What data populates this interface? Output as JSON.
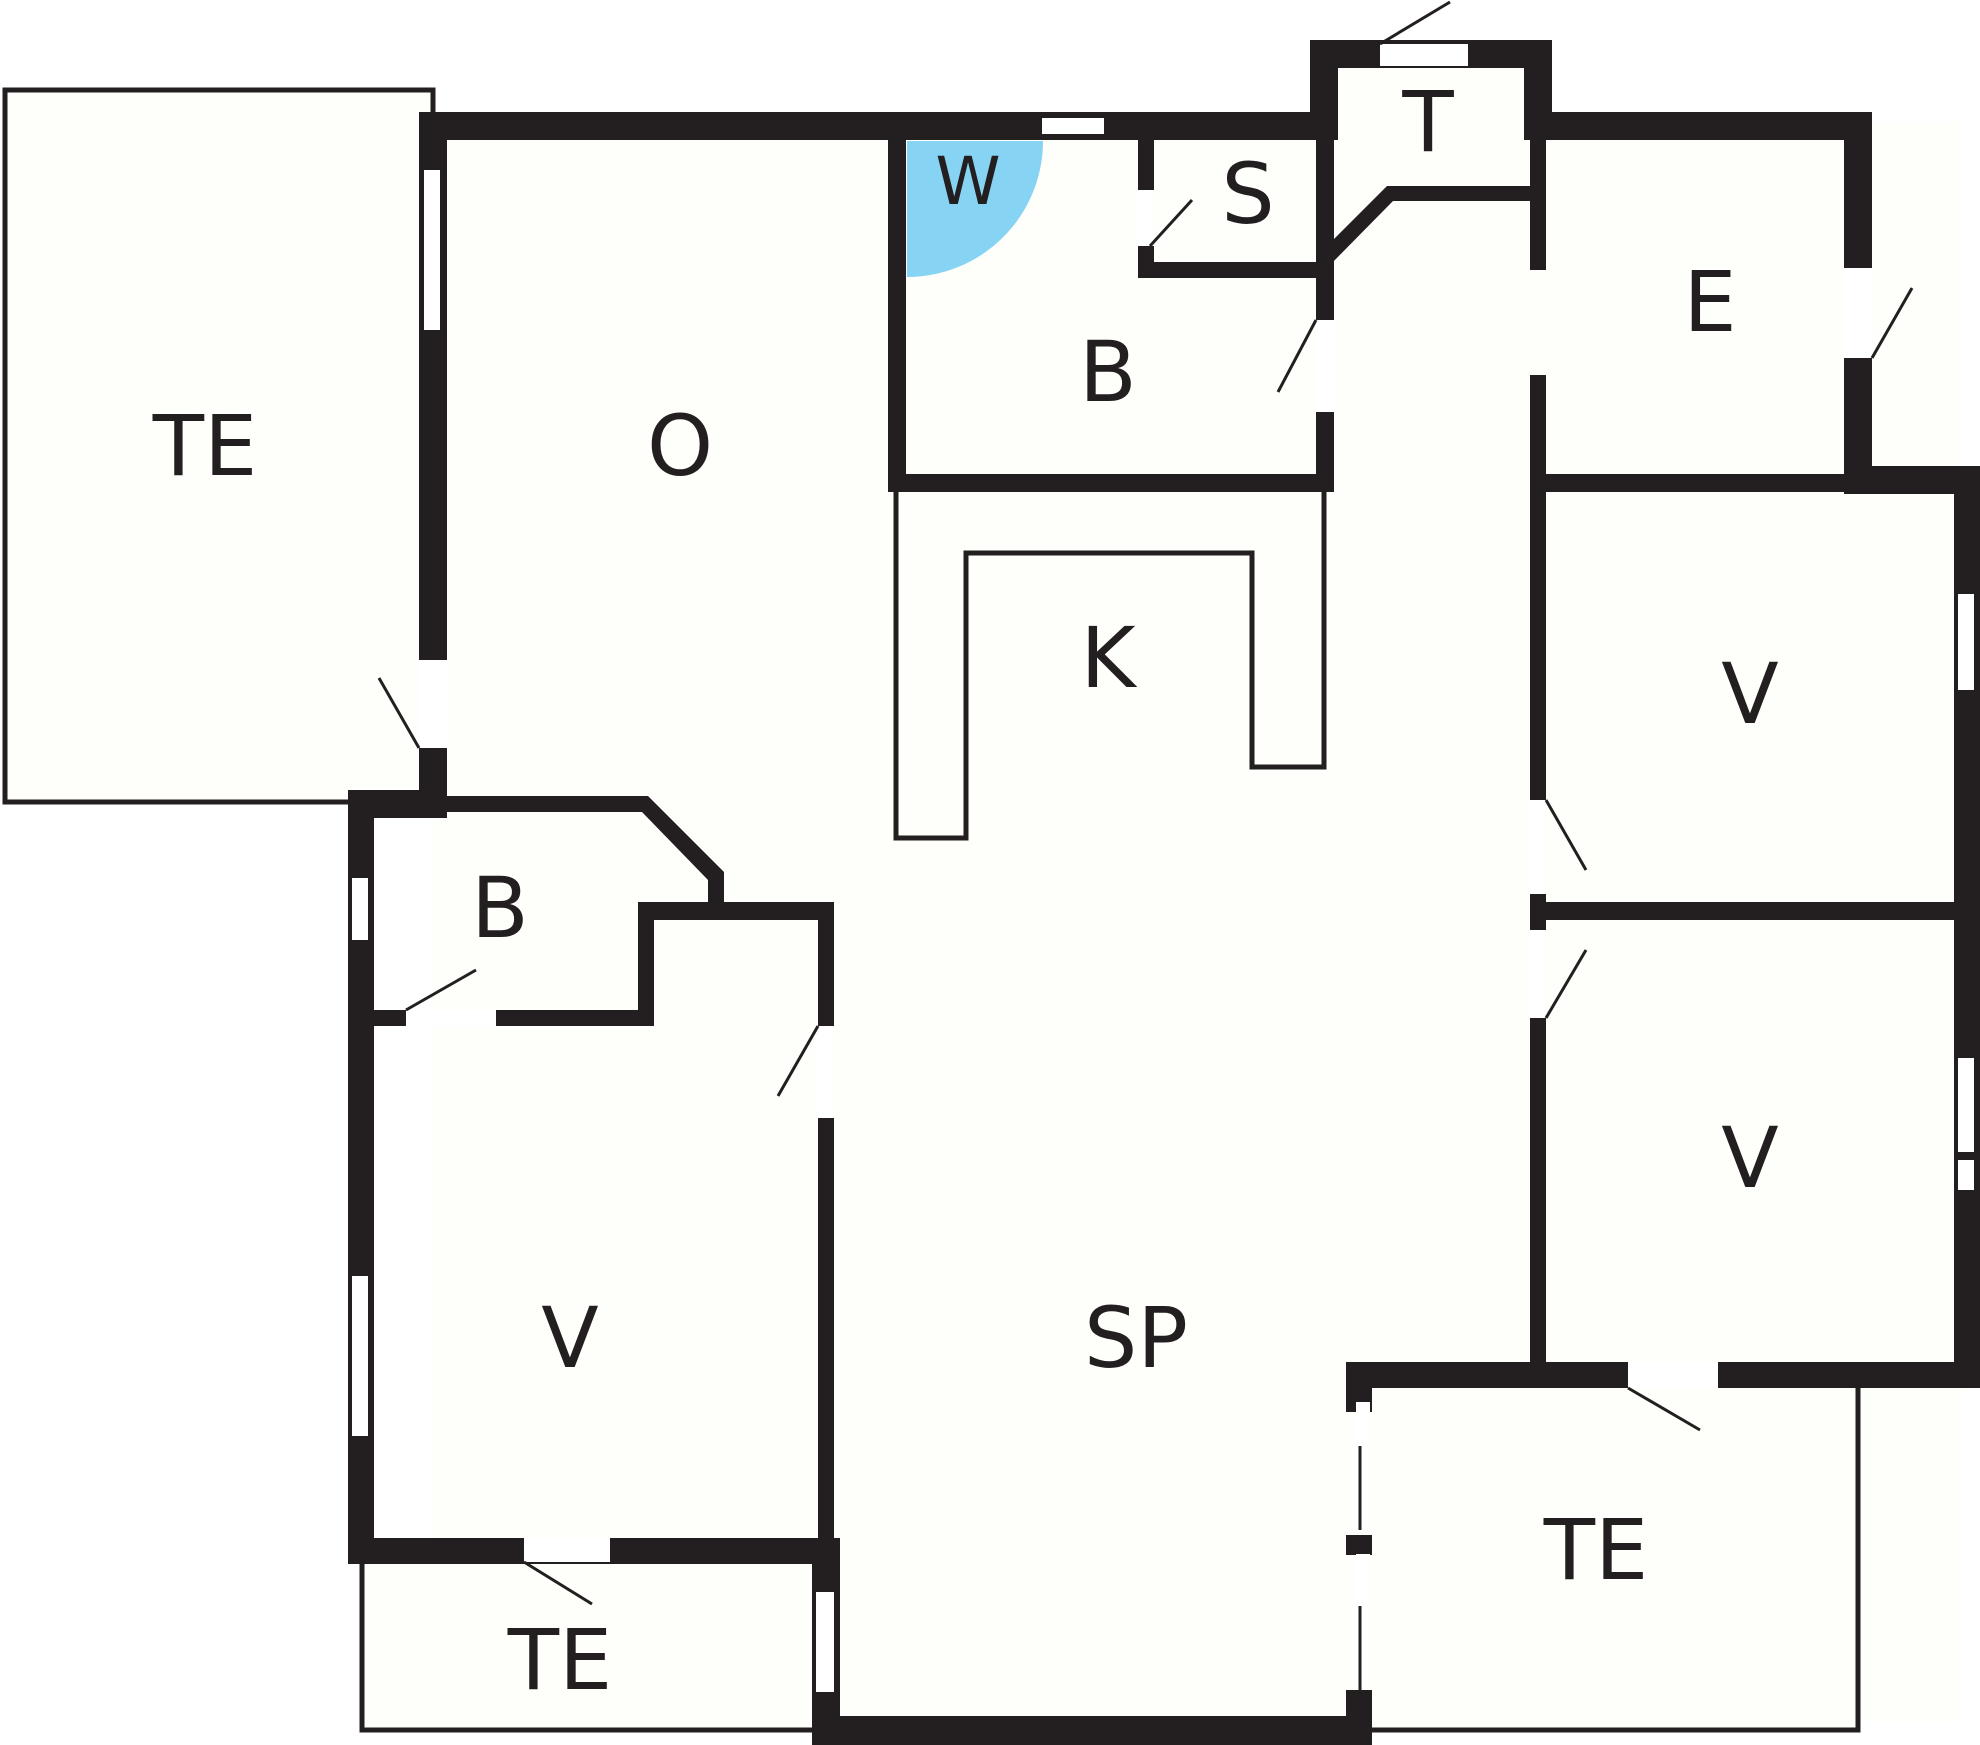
{
  "colors": {
    "wall": "#231f20",
    "floor": "#fefefa",
    "window": "#ffffff",
    "water_heater": "#87d3f4"
  },
  "rooms": {
    "terrace_west": "TE",
    "office": "O",
    "water_heater": "W",
    "storage": "S",
    "toilet": "T",
    "bathroom_north": "B",
    "entrance": "E",
    "kitchen": "K",
    "bedroom_east_upper": "V",
    "bedroom_east_lower": "V",
    "bathroom_west": "B",
    "bedroom_west": "V",
    "living_dining": "SP",
    "terrace_south_west": "TE",
    "terrace_south_east": "TE"
  }
}
